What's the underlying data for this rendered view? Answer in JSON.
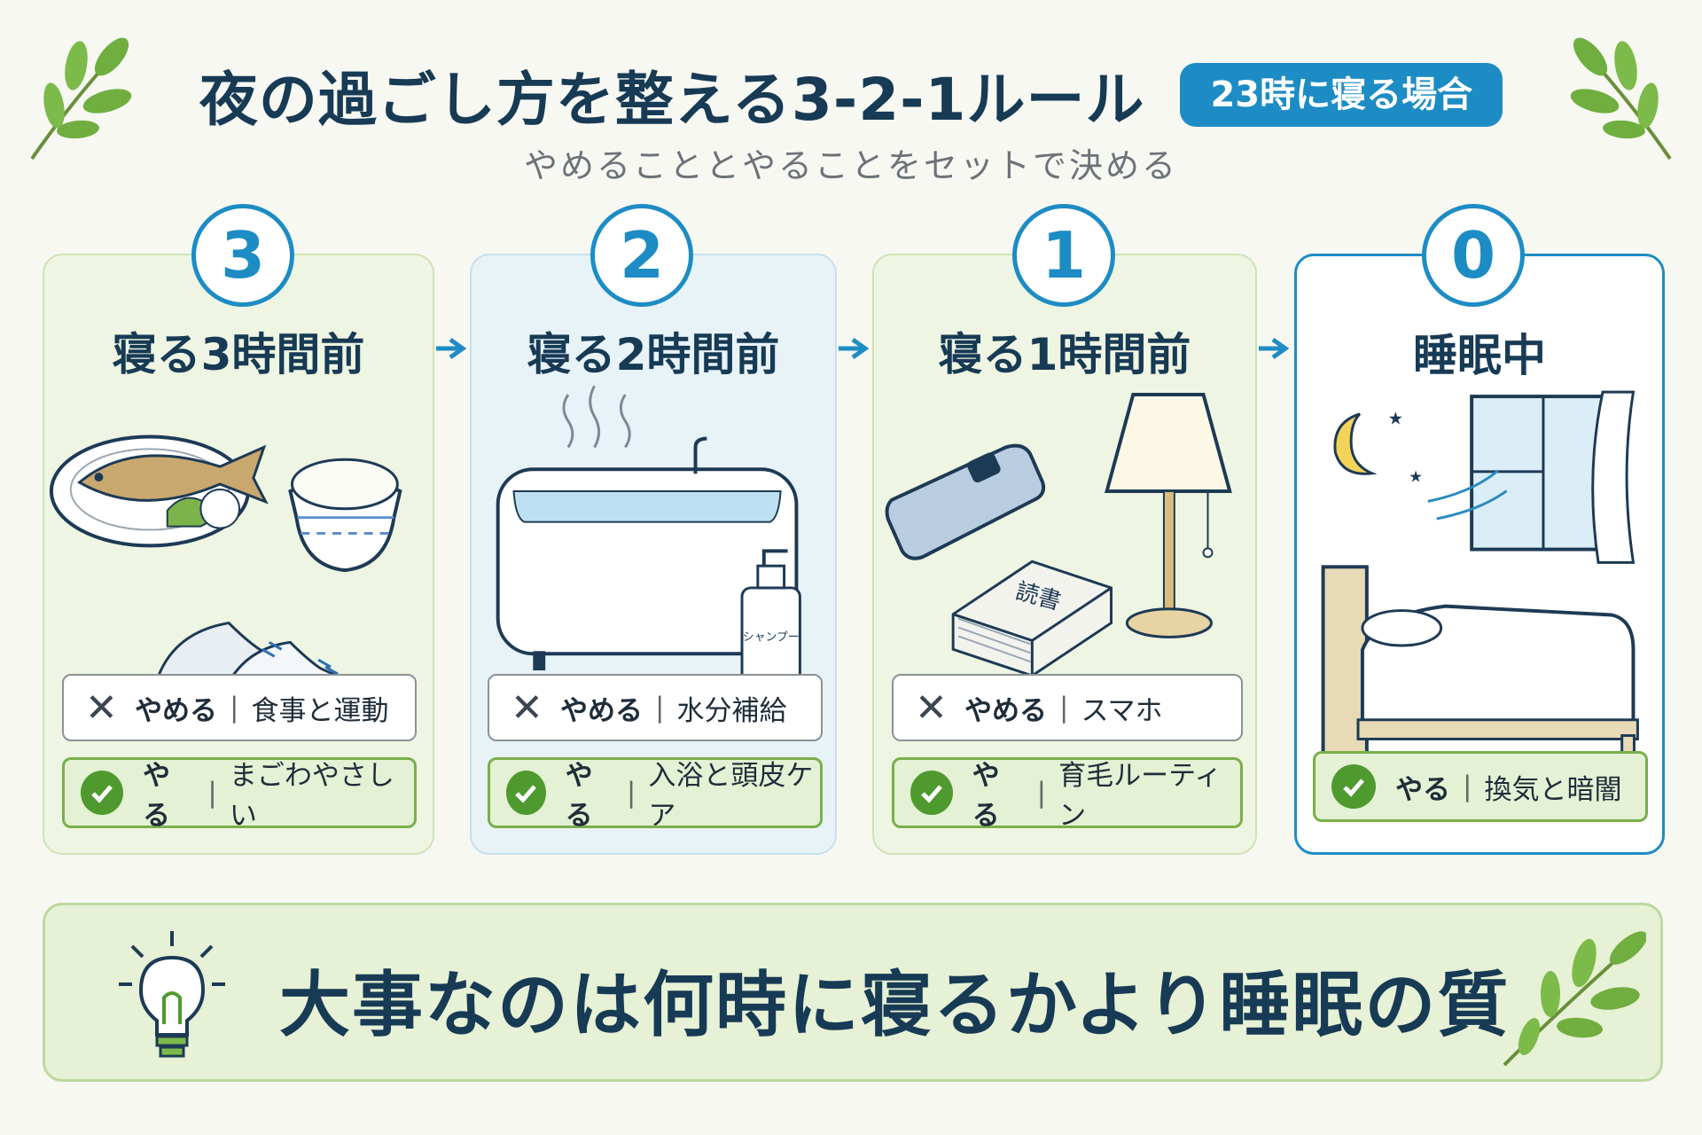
{
  "header": {
    "title": "夜の過ごし方を整える3-2-1ルール",
    "badge": "23時に寝る場合",
    "subtitle": "やめることとやることをセットで決める"
  },
  "colors": {
    "accent": "#1e8cc4",
    "navy": "#173a55",
    "green": "#4f9a2e",
    "light_green": "#eef5e2"
  },
  "steps": [
    {
      "number": "3",
      "title": "寝る3時間前",
      "stop_label": "やめる",
      "stop_text": "食事と運動",
      "do_label": "やる",
      "do_text": "まごわやさしい",
      "icons": [
        "fish-plate-icon",
        "rice-bowl-icon",
        "sneakers-icon"
      ]
    },
    {
      "number": "2",
      "title": "寝る2時間前",
      "stop_label": "やめる",
      "stop_text": "水分補給",
      "do_label": "やる",
      "do_text": "入浴と頭皮ケア",
      "bottle_label": "シャンプー",
      "icons": [
        "bathtub-icon",
        "shampoo-bottle-icon"
      ]
    },
    {
      "number": "1",
      "title": "寝る1時間前",
      "stop_label": "やめる",
      "stop_text": "スマホ",
      "do_label": "やる",
      "do_text": "育毛ルーティン",
      "book_label": "読書",
      "icons": [
        "smartphone-icon",
        "book-icon",
        "lamp-icon"
      ]
    },
    {
      "number": "0",
      "title": "睡眠中",
      "do_label": "やる",
      "do_text": "換気と暗闇",
      "icons": [
        "moon-icon",
        "window-icon",
        "bed-icon"
      ]
    }
  ],
  "footer": {
    "message": "大事なのは何時に寝るかより睡眠の質",
    "icons": [
      "light-bulb-icon",
      "leaf-icon"
    ]
  }
}
